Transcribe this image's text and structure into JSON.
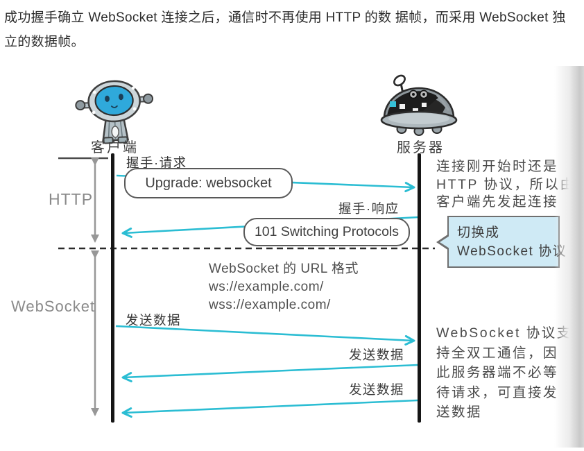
{
  "intro": {
    "lines": [
      "成功握手确立 WebSocket 连接之后，通信时不再使用 HTTP 的数 据帧，而采用 WebSocket 独",
      "立的数据帧。"
    ]
  },
  "diagram": {
    "client_label": "客户端",
    "server_label": "服务器",
    "http_label": "HTTP",
    "websocket_label": "WebSocket",
    "handshake_request_label": "握手·请求",
    "handshake_response_label": "握手·响应",
    "upgrade_box_text": "Upgrade: websocket",
    "switching_box_text": "101 Switching Protocols",
    "url_lines": [
      "WebSocket 的 URL 格式",
      "ws://example.com/",
      "wss://example.com/"
    ],
    "send_data_labels": [
      "发送数据",
      "发送数据",
      "发送数据"
    ],
    "annotation_top_lines": [
      "连接刚开始时还是",
      "HTTP 协议，所以由",
      "客户端先发起连接"
    ],
    "callout_lines": [
      "切换成",
      "WebSocket 协议"
    ],
    "annotation_bottom_lines": [
      "WebSocket 协议支",
      "持全双工通信，因",
      "此服务器端不必等",
      "待请求，可直接发",
      "送数据"
    ],
    "colors": {
      "arrow_cyan": "#2bbdd3",
      "gray_arrow": "#979797",
      "timeline_black": "#161616",
      "callout_bg": "#cfeaf5",
      "callout_border": "#6f6f6f"
    }
  }
}
